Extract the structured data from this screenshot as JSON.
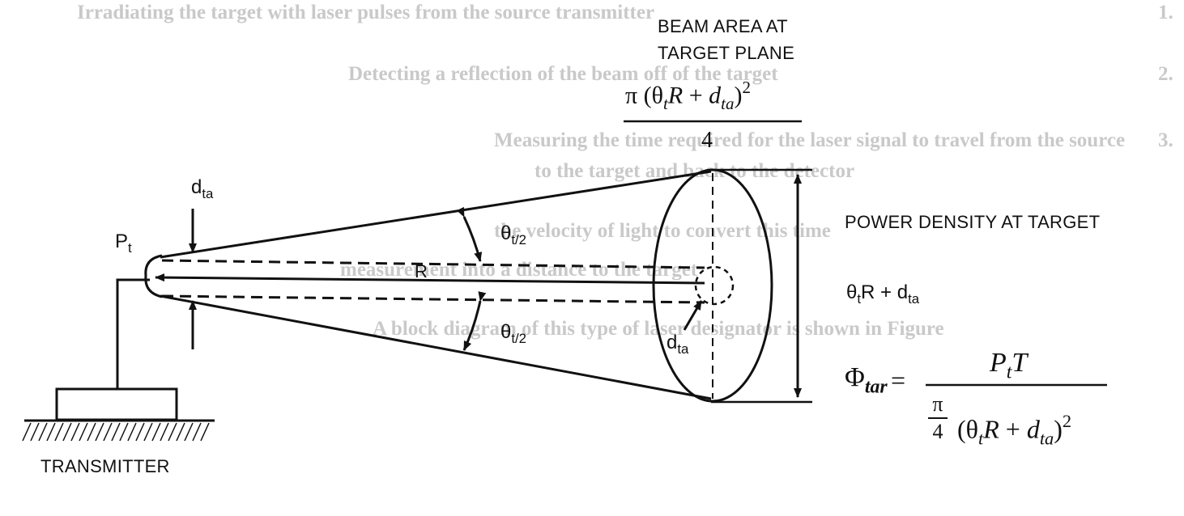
{
  "background_text": {
    "line1_num": "1.",
    "line1": "Irradiating the target with laser pulses from the source transmitter",
    "line2_num": "2.",
    "line2": "Detecting a reflection of the beam off of the target",
    "line3_num": "3.",
    "line3a": "Measuring the time required for the laser signal to travel from the source",
    "line3b": "to the target and back to the detector",
    "line4a": "the velocity of light to convert this time",
    "line4b": "measurement into a distance to the target",
    "line5": "A block diagram of this type of laser designator is shown in Figure"
  },
  "labels": {
    "beam_area_line1": "BEAM AREA AT",
    "beam_area_line2": "TARGET PLANE",
    "power_density": "POWER DENSITY AT TARGET",
    "transmitter": "TRANSMITTER",
    "range": "R"
  },
  "symbols": {
    "pi": "π",
    "theta": "θ",
    "phi": "Φ",
    "d": "d",
    "t": "t",
    "ta": "ta",
    "tar": "tar",
    "P": "P",
    "T": "T",
    "R": "R",
    "four": "4",
    "two": "2",
    "t_half": "t/2",
    "open_paren": "(",
    "close_paren": ")",
    "plus": "+",
    "equals": "="
  }
}
